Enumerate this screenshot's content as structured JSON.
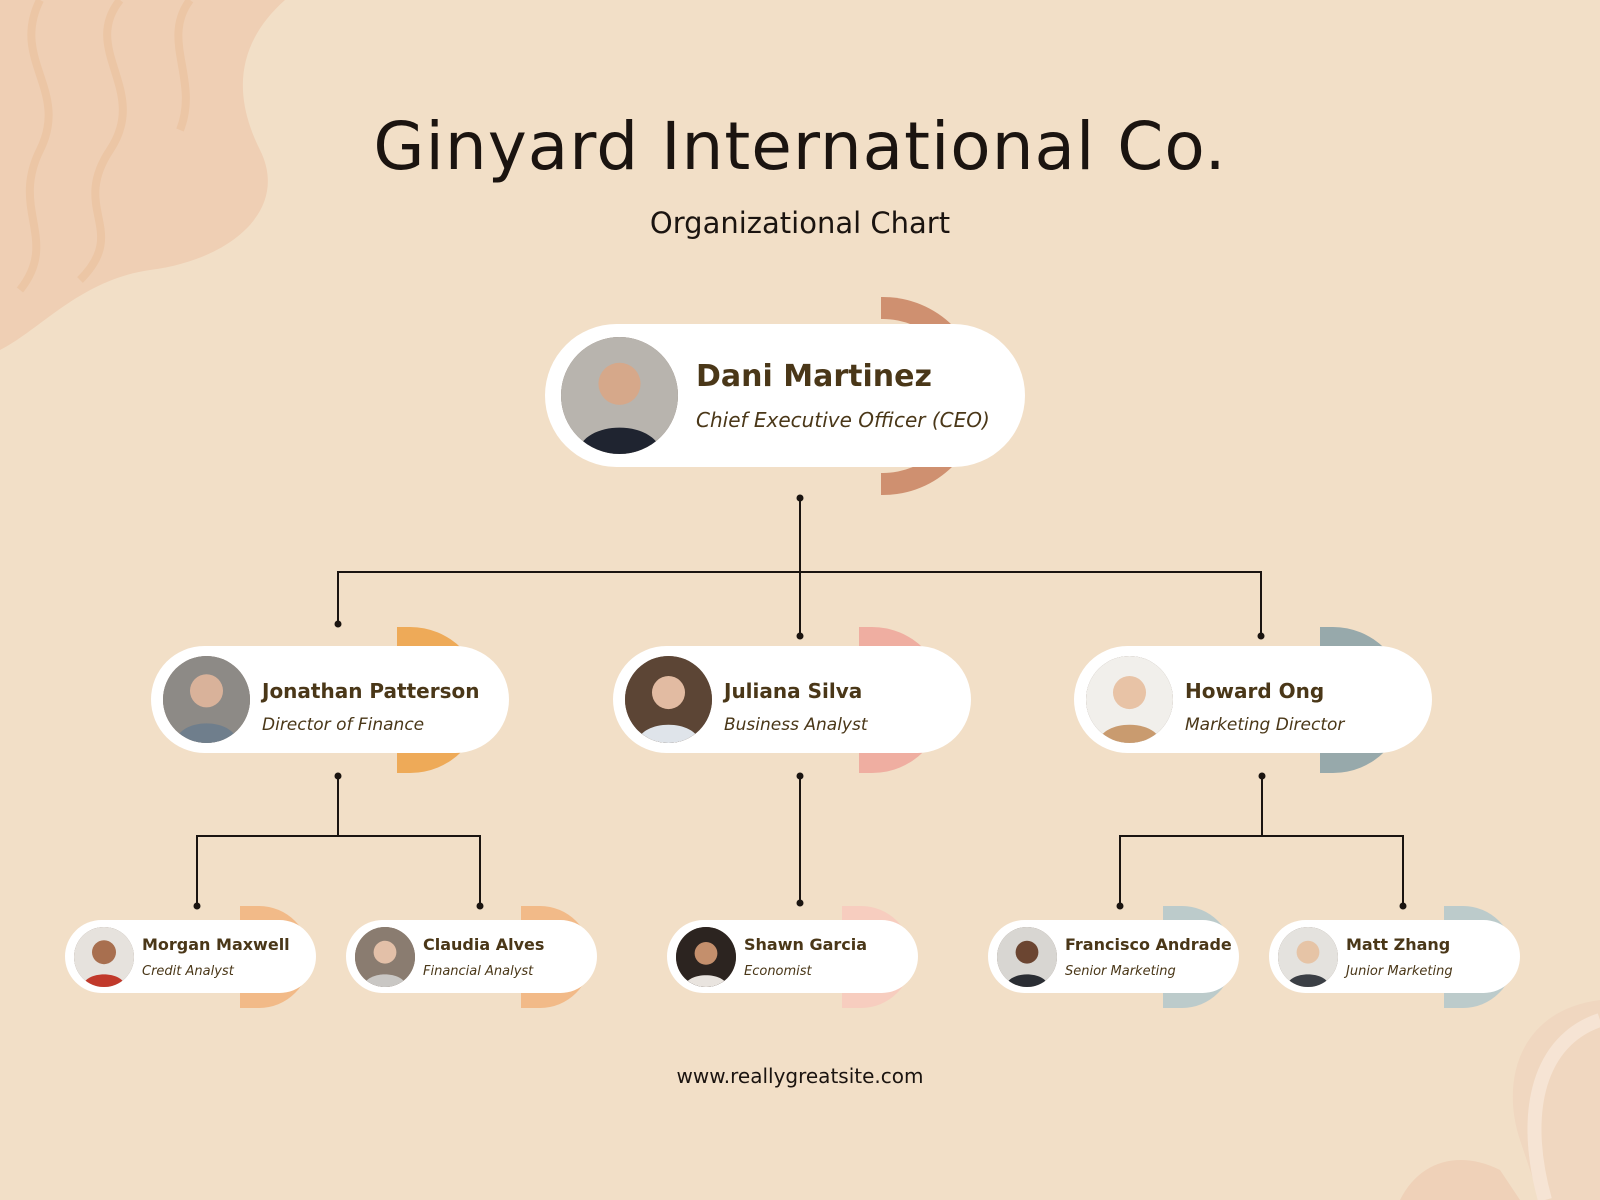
{
  "header": {
    "title": "Ginyard International Co.",
    "subtitle": "Organizational Chart"
  },
  "ceo": {
    "name": "Dani Martinez",
    "role": "Chief Executive Officer (CEO)"
  },
  "managers": [
    {
      "name": "Jonathan Patterson",
      "role": "Director of Finance"
    },
    {
      "name": "Juliana Silva",
      "role": "Business Analyst"
    },
    {
      "name": "Howard Ong",
      "role": "Marketing Director"
    }
  ],
  "staff": [
    {
      "name": "Morgan Maxwell",
      "role": "Credit Analyst"
    },
    {
      "name": "Claudia Alves",
      "role": "Financial Analyst"
    },
    {
      "name": "Shawn Garcia",
      "role": "Economist"
    },
    {
      "name": "Francisco Andrade",
      "role": "Senior Marketing"
    },
    {
      "name": "Matt Zhang",
      "role": "Junior Marketing"
    }
  ],
  "footer": {
    "website": "www.reallygreatsite.com"
  },
  "colors": {
    "background": "#f2dfc7",
    "ceo_accent": "#cf9070",
    "finance_accent": "#eeaa58",
    "analyst_accent": "#efaea1",
    "marketing_accent": "#97a9ab",
    "text_dark": "#4a3718"
  }
}
